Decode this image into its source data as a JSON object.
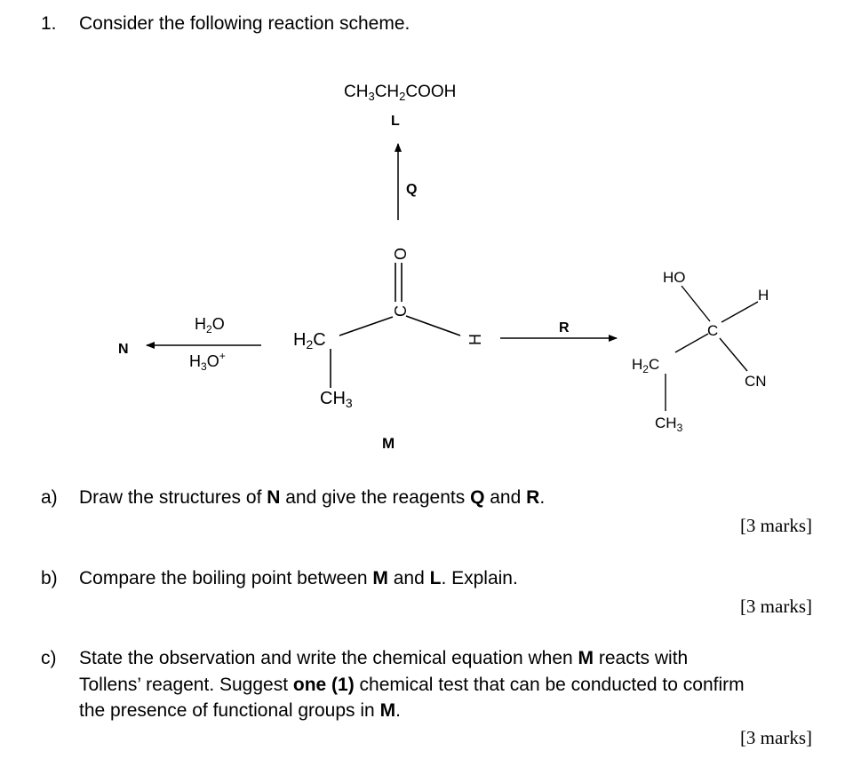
{
  "question": {
    "number": "1.",
    "intro": "Consider the following reaction scheme."
  },
  "scheme": {
    "L_formula": {
      "p1": "CH",
      "s1": "3",
      "p2": "CH",
      "s2": "2",
      "p3": "COOH"
    },
    "L_label": "L",
    "Q_label": "Q",
    "M_label": "M",
    "N_label": "N",
    "R_label": "R",
    "reagent_top": {
      "p1": "H",
      "s1": "2",
      "p2": "O"
    },
    "reagent_bottom": {
      "p1": "H",
      "s1": "3",
      "p2": "O",
      "sup": "+"
    },
    "M_atoms": {
      "O": "O",
      "C": "C",
      "H": "H",
      "H2C_p": "H",
      "H2C_s": "2",
      "H2C_c": "C",
      "CH3_p": "CH",
      "CH3_s": "3"
    },
    "product_atoms": {
      "HO": "HO",
      "H": "H",
      "C": "C",
      "CN": "CN",
      "H2C_p": "H",
      "H2C_s": "2",
      "H2C_c": "C",
      "CH3_p": "CH",
      "CH3_s": "3"
    }
  },
  "parts": {
    "a": {
      "label": "a)",
      "t1": "Draw the structures of ",
      "b1": "N",
      "t2": " and give the reagents ",
      "b2": "Q",
      "t3": " and ",
      "b3": "R",
      "t4": ".",
      "marks": "[3 marks]"
    },
    "b": {
      "label": "b)",
      "t1": "Compare the boiling point between ",
      "b1": "M",
      "t2": " and ",
      "b2": "L",
      "t3": ". Explain.",
      "marks": "[3 marks]"
    },
    "c": {
      "label": "c)",
      "line1_t1": "State the observation and write the chemical equation when ",
      "line1_b1": "M",
      "line1_t2": " reacts with",
      "line2_t1": "Tollens’ reagent. Suggest ",
      "line2_b1": "one (1)",
      "line2_t2": " chemical test that can be conducted to confirm",
      "line3_t1": "the presence of functional groups in ",
      "line3_b1": "M",
      "line3_t2": ".",
      "marks": "[3 marks]"
    }
  }
}
